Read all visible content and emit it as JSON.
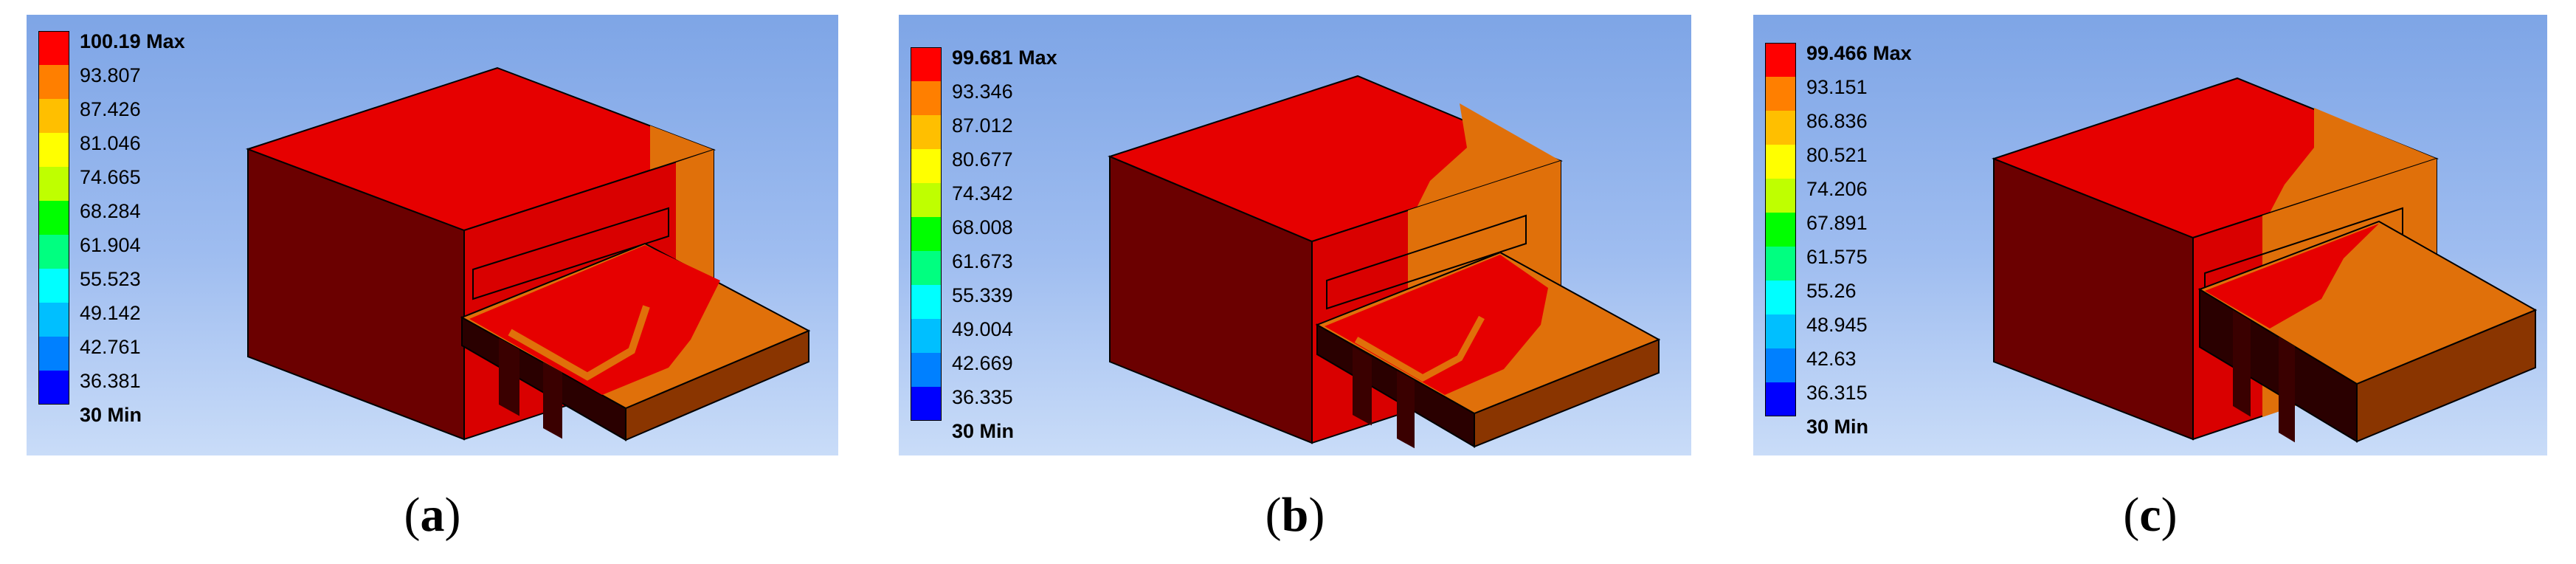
{
  "colors": {
    "scale": [
      "#ff0000",
      "#ff7f00",
      "#ffbf00",
      "#ffff00",
      "#bfff00",
      "#00ff00",
      "#00ff80",
      "#00ffff",
      "#00bfff",
      "#0080ff",
      "#0000ff"
    ],
    "box_front": "#6b0000",
    "box_side": "#d90000",
    "box_top": "#e60000",
    "hot_orange": "#e0700a",
    "edge": "#000000"
  },
  "panels": [
    {
      "id": "a",
      "caption_letter": "a",
      "legend": {
        "max_label": "100.19 Max",
        "min_label": "30 Min",
        "levels": [
          "93.807",
          "87.426",
          "81.046",
          "74.665",
          "68.284",
          "61.904",
          "55.523",
          "49.142",
          "42.761",
          "36.381"
        ]
      }
    },
    {
      "id": "b",
      "caption_letter": "b",
      "legend": {
        "max_label": "99.681 Max",
        "min_label": "30 Min",
        "levels": [
          "93.346",
          "87.012",
          "80.677",
          "74.342",
          "68.008",
          "61.673",
          "55.339",
          "49.004",
          "42.669",
          "36.335"
        ]
      }
    },
    {
      "id": "c",
      "caption_letter": "c",
      "legend": {
        "max_label": "99.466 Max",
        "min_label": "30 Min",
        "levels": [
          "93.151",
          "86.836",
          "80.521",
          "74.206",
          "67.891",
          "61.575",
          "55.26",
          "48.945",
          "42.63",
          "36.315"
        ]
      }
    }
  ]
}
